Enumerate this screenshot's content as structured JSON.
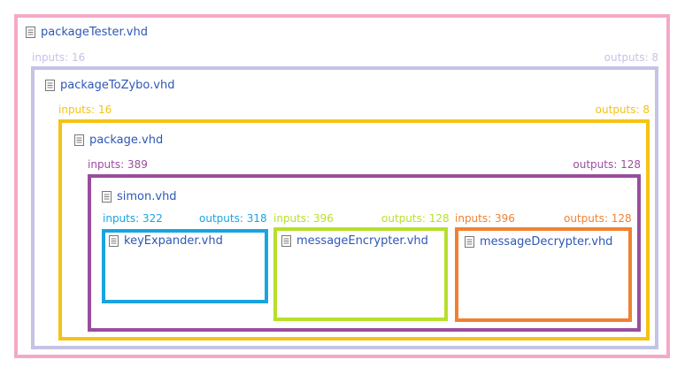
{
  "modules": [
    {
      "id": "packageTester",
      "name": "packageTester.vhd",
      "color": "#f4a9c8",
      "inputs": "",
      "outputs": ""
    },
    {
      "id": "packageToZybo",
      "name": "packageToZybo.vhd",
      "color": "#c4c3e6",
      "inputs": "inputs: 16",
      "outputs": "outputs: 8"
    },
    {
      "id": "package",
      "name": "package.vhd",
      "color": "#f6c214",
      "inputs": "inputs: 16",
      "outputs": "outputs: 8"
    },
    {
      "id": "simon",
      "name": "simon.vhd",
      "color": "#9a4d9e",
      "inputs": "inputs: 389",
      "outputs": "outputs: 128"
    },
    {
      "id": "keyExpander",
      "name": "keyExpander.vhd",
      "color": "#19a4e0",
      "inputs": "inputs: 322",
      "outputs": "outputs: 318"
    },
    {
      "id": "messageEncrypter",
      "name": "messageEncrypter.vhd",
      "color": "#b6e02b",
      "inputs": "inputs: 396",
      "outputs": "outputs: 128"
    },
    {
      "id": "messageDecrypter",
      "name": "messageDecrypter.vhd",
      "color": "#f08131",
      "inputs": "inputs: 396",
      "outputs": "outputs: 128"
    }
  ],
  "icon": "document-icon"
}
